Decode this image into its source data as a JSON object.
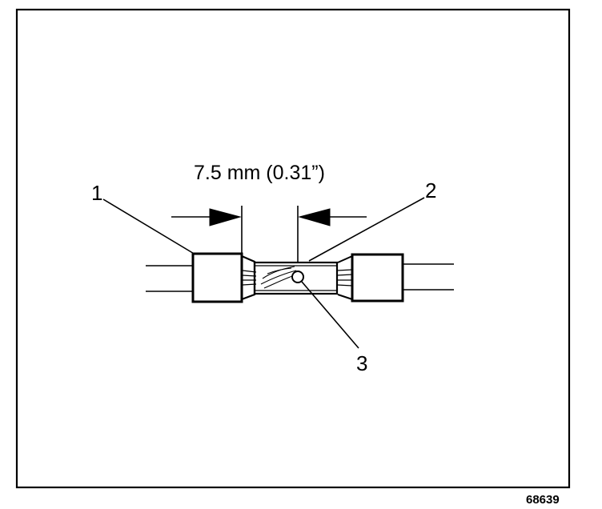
{
  "figure": {
    "dimension_text": "7.5 mm (0.31”)",
    "callouts": [
      {
        "number": "1"
      },
      {
        "number": "2"
      },
      {
        "number": "3"
      }
    ],
    "figure_id": "68639",
    "colors": {
      "ink": "#000000",
      "paper": "#ffffff"
    }
  }
}
